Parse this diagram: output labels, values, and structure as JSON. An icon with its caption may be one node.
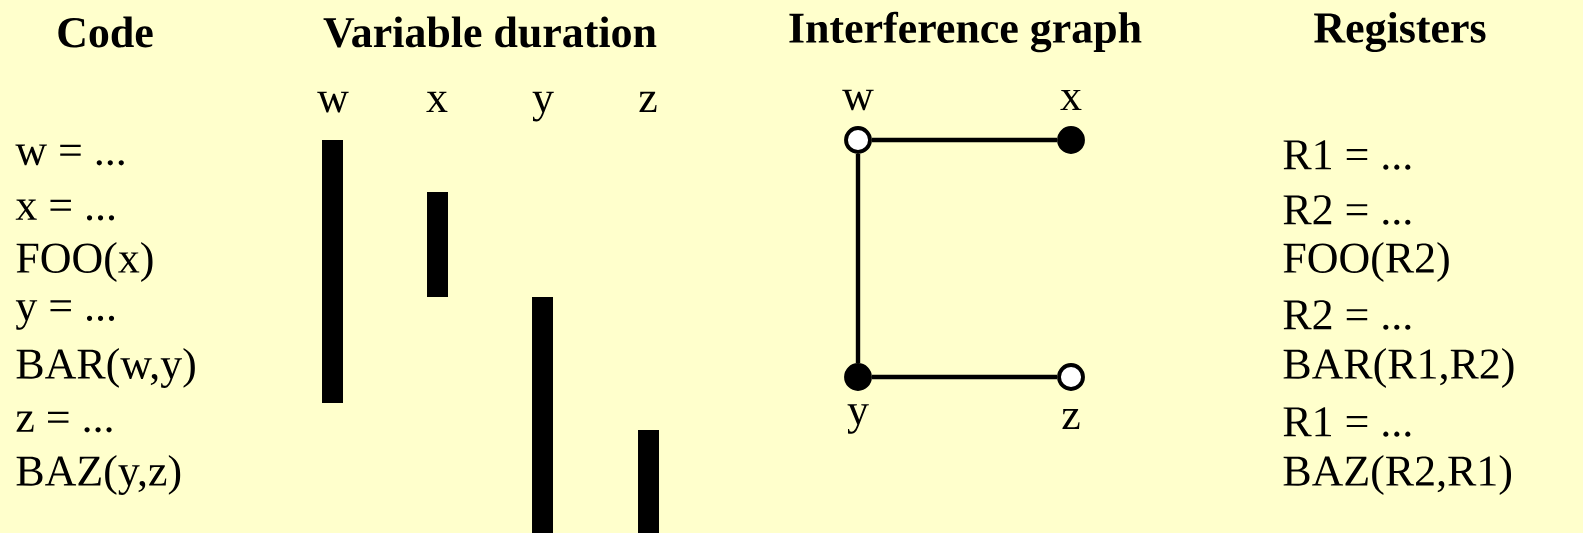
{
  "diagram": {
    "nodes": [
      {
        "text": [],
        "shape": "bar"
      },
      {
        "text": [],
        "shape": "bar"
      },
      {
        "text": [],
        "shape": "bar"
      },
      {
        "text": [],
        "shape": "bar"
      },
      {
        "text": [],
        "shape": "circle",
        "beside": [
          "w"
        ]
      },
      {
        "text": [],
        "shape": "circle",
        "beside": [
          "x"
        ]
      },
      {
        "text": [],
        "shape": "circle",
        "beside": [
          "y"
        ]
      },
      {
        "text": [],
        "shape": "circle",
        "beside": [
          "z"
        ]
      }
    ],
    "edges": [
      {
        "from": 4,
        "to": 5,
        "arrow": "none"
      },
      {
        "from": 4,
        "to": 6,
        "arrow": "none"
      },
      {
        "from": 6,
        "to": 7,
        "arrow": "none"
      }
    ],
    "labels": [
      "Code",
      "Variable duration",
      "Interference graph",
      "Registers",
      "w",
      "x",
      "y",
      "z",
      "w = ...",
      "x = ...",
      "FOO(x)",
      "y = ...",
      "BAR(w,y)",
      "z = ...",
      "BAZ(y,z)",
      "R1 = ...",
      "R2 = ...",
      "FOO(R2)",
      "R2 = ...",
      "BAR(R1,R2)",
      "R1 = ...",
      "BAZ(R2,R1)"
    ]
  }
}
